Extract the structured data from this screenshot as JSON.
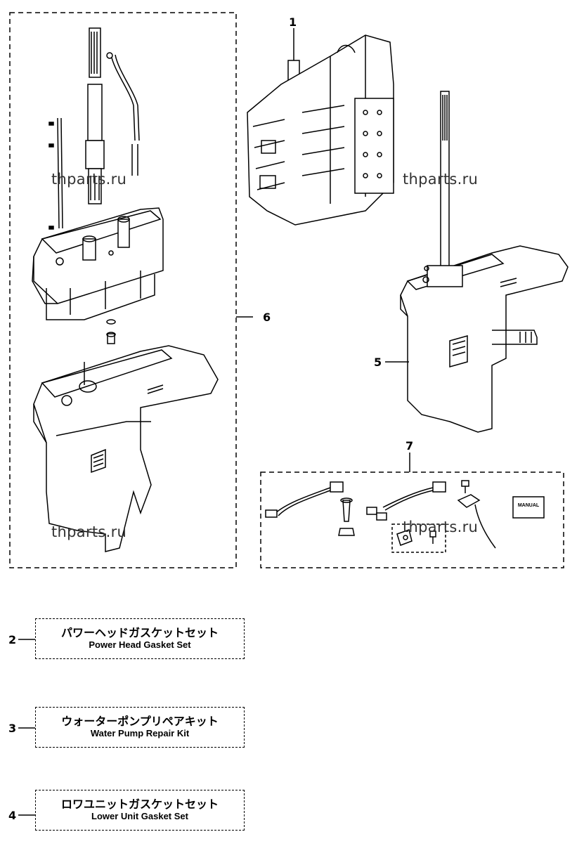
{
  "callouts": {
    "c1": "1",
    "c5": "5",
    "c6": "6",
    "c7": "7",
    "c2": "2",
    "c3": "3",
    "c4": "4"
  },
  "watermark": "thparts.ru",
  "manual_label": "MANUAL",
  "kits": [
    {
      "number": "2",
      "jp": "パワーヘッドガスケットセット",
      "en": "Power Head Gasket Set"
    },
    {
      "number": "3",
      "jp": "ウォーターポンプリペアキット",
      "en": "Water Pump Repair Kit"
    },
    {
      "number": "4",
      "jp": "ロワユニットガスケットセット",
      "en": "Lower Unit Gasket Set"
    }
  ]
}
